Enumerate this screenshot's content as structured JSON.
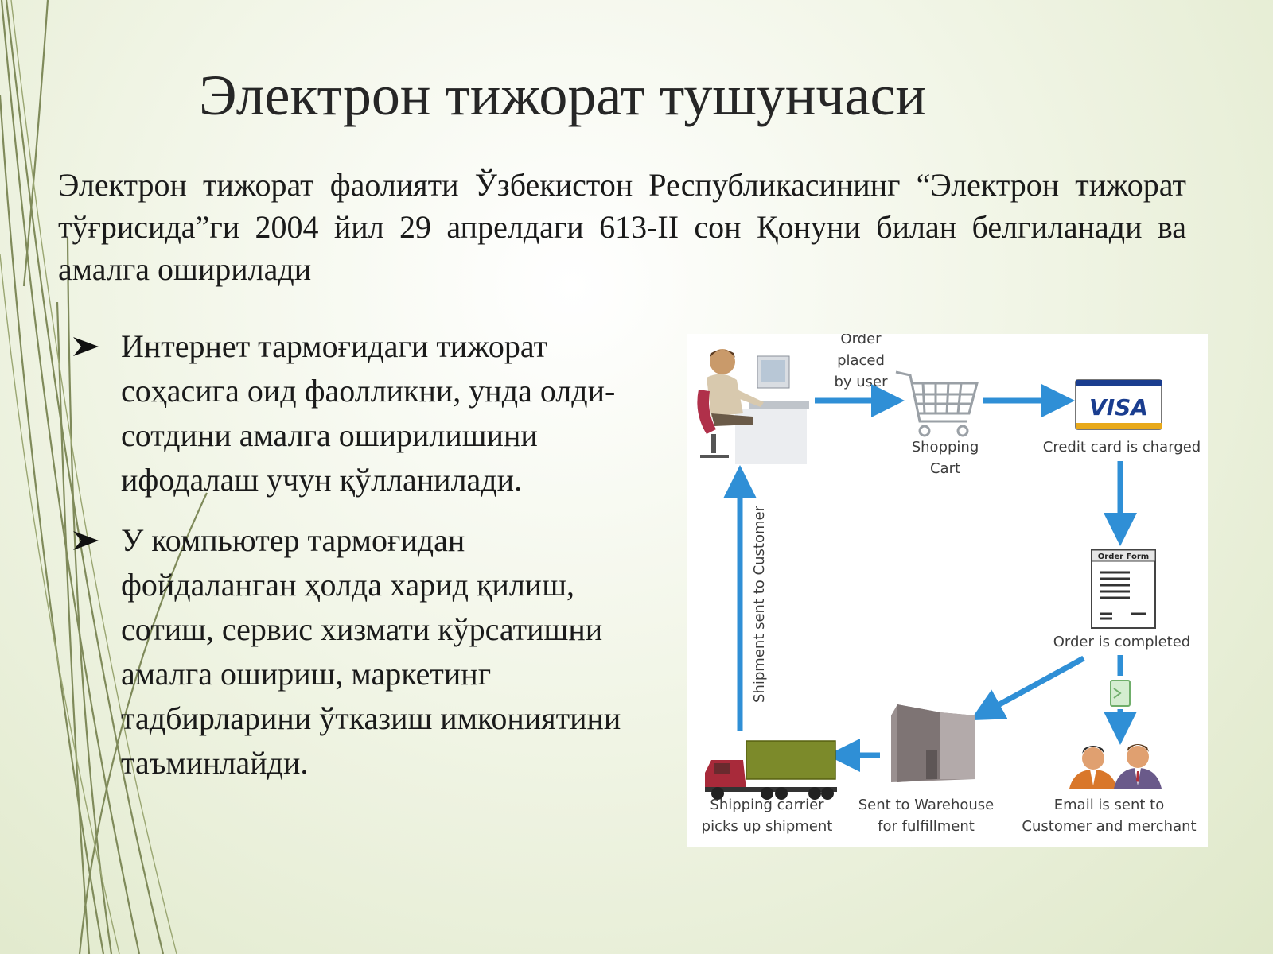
{
  "slide": {
    "title": "Электрон тижорат тушунчаси",
    "intro": "Электрон тижорат фаолияти Ўзбекистон Республикасининг “Электрон тижорат тўғрисида”ги 2004 йил 29 апрелдаги 613-II сон Қонуни билан белгиланади ва амалга оширилади",
    "bullets": [
      "Интернет тармоғидаги тижорат соҳасига оид фаолликни, унда олди-сотдини амалга оширилишини ифодалаш учун қўлланилади.",
      "У компьютер тармоғидан фойдаланган ҳолда харид қилиш, сотиш, сервис хизмати кўрсатишни амалга ошириш, маркетинг тадбирларини ўтказиш имкониятини таъминлайди."
    ],
    "bullet_icon": "arrowhead-bullet-icon"
  },
  "diagram": {
    "nodes": {
      "order_placed": [
        "Order",
        "placed",
        "by user"
      ],
      "shopping_cart": [
        "Shopping",
        "Cart"
      ],
      "credit_card": [
        "Credit card is charged"
      ],
      "visa_logo": "VISA",
      "order_form_header": "Order Form",
      "order_completed": [
        "Order is completed"
      ],
      "email_sent": [
        "Email is sent to",
        "Customer and merchant"
      ],
      "warehouse": [
        "Sent to Warehouse",
        "for fulfillment"
      ],
      "shipping_carrier": [
        "Shipping carrier",
        "picks up shipment"
      ],
      "shipment_sent": "Shipment sent to Customer"
    },
    "arrow_color": "#2f8fd6"
  }
}
